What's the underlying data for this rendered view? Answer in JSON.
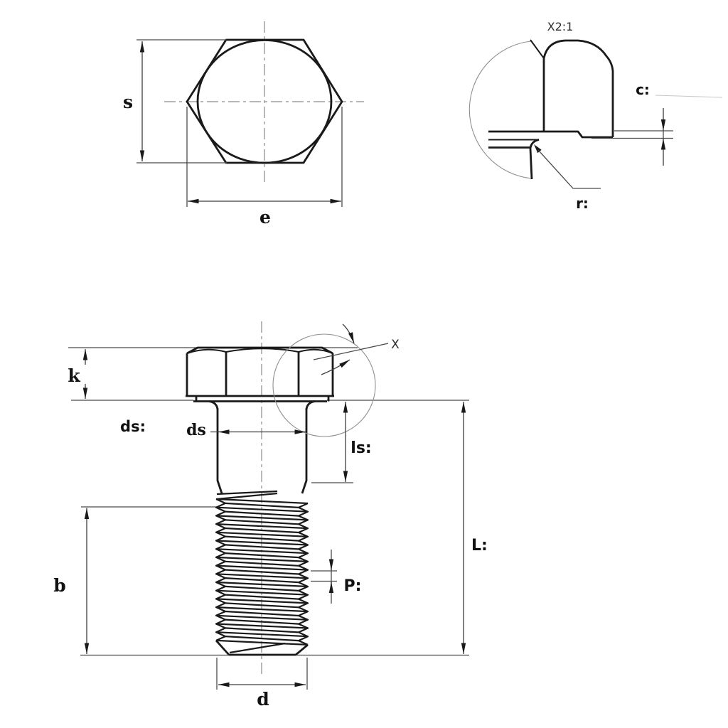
{
  "colors": {
    "ink": "#1a1a1a",
    "dim_line": "#3d3d3d",
    "light_line": "#909090",
    "background": "#ffffff"
  },
  "top_view": {
    "dim_s": "s",
    "dim_e": "e"
  },
  "detail_view": {
    "title": "X2:1",
    "dim_c": "c:",
    "dim_r": "r:"
  },
  "side_view": {
    "dim_k": "k",
    "ds_placeholder": "ds:",
    "dim_ds": "ds",
    "detail_ref": "X",
    "dim_ls": "ls:",
    "dim_b": "b",
    "dim_p": "P:",
    "dim_length": "L:",
    "dim_d": "d"
  }
}
